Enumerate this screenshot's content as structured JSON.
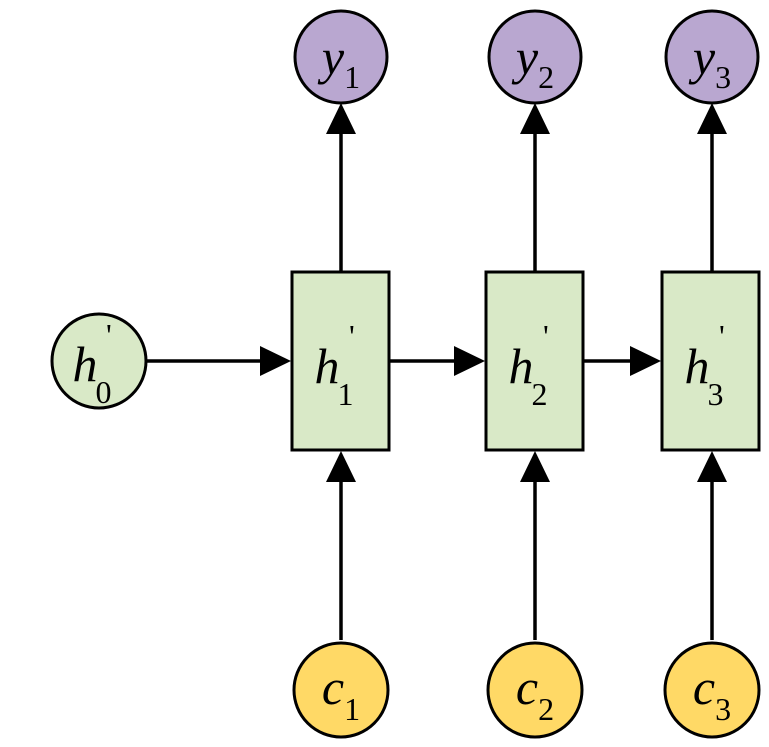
{
  "colors": {
    "output_fill": "#b9a7d0",
    "input_fill": "#ffd966",
    "hidden_fill": "#d9e9c7",
    "stroke": "#000000"
  },
  "initial_state": {
    "var": "h",
    "prime": "'",
    "sub": "0"
  },
  "hidden_cells": [
    {
      "var": "h",
      "prime": "'",
      "sub": "1"
    },
    {
      "var": "h",
      "prime": "'",
      "sub": "2"
    },
    {
      "var": "h",
      "prime": "'",
      "sub": "3"
    }
  ],
  "outputs": [
    {
      "var": "y",
      "sub": "1"
    },
    {
      "var": "y",
      "sub": "2"
    },
    {
      "var": "y",
      "sub": "3"
    }
  ],
  "inputs": [
    {
      "var": "c",
      "sub": "1"
    },
    {
      "var": "c",
      "sub": "2"
    },
    {
      "var": "c",
      "sub": "3"
    }
  ]
}
